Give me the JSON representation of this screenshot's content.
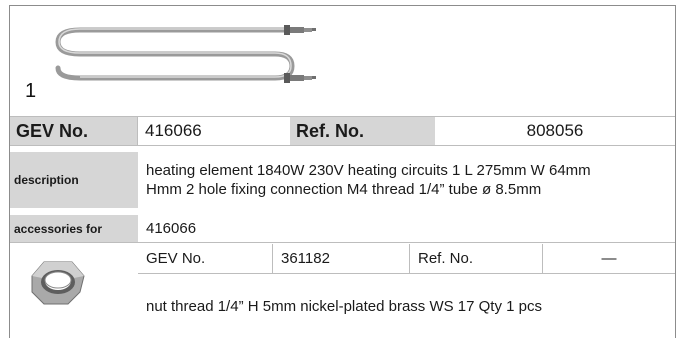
{
  "item": {
    "position": "1",
    "icons": {
      "product": "heating-element-icon",
      "accessory": "hex-nut-icon"
    }
  },
  "header": {
    "gev_label": "GEV No.",
    "gev_value": "416066",
    "ref_label": "Ref. No.",
    "ref_value": "808056"
  },
  "description": {
    "label": "description",
    "line1": "heating element  1840W 230V heating circuits 1 L 275mm W 64mm",
    "line2": "Hmm 2 hole fixing connection M4 thread 1/4” tube ø 8.5mm"
  },
  "accessories": {
    "label": "accessories for",
    "value": "416066",
    "item": {
      "gev_label": "GEV No.",
      "gev_value": "361182",
      "ref_label": "Ref. No.",
      "ref_value": "—",
      "description": "nut  thread 1/4” H 5mm nickel-plated brass WS 17 Qty 1 pcs"
    }
  },
  "colors": {
    "label_bg": "#d6d6d6",
    "border": "#bdbdbd",
    "text": "#1a1a1a"
  }
}
